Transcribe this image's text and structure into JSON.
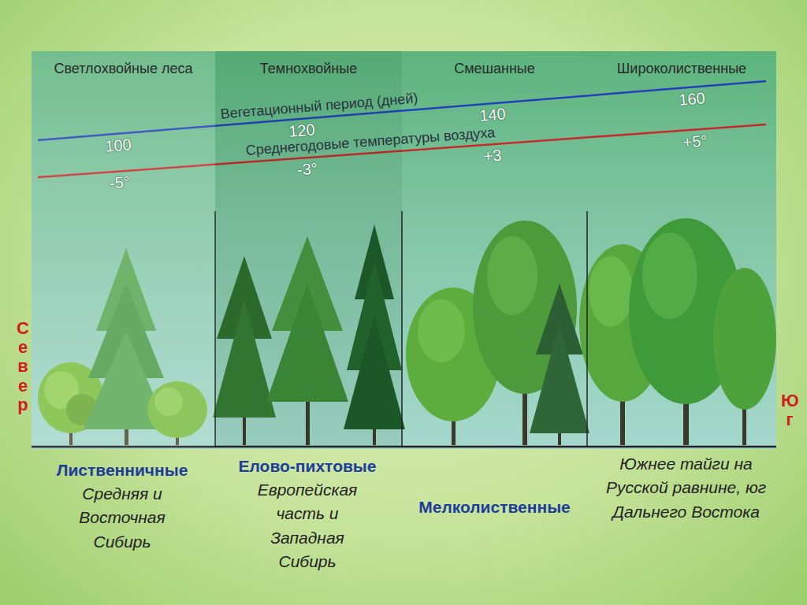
{
  "diagram": {
    "nodes": [
      {
        "text": [
          "Светлохвойные леса"
        ]
      },
      {
        "text": [
          "Темнохвойные"
        ]
      },
      {
        "text": [
          "Смешанные"
        ]
      },
      {
        "text": [
          "Широколиственные"
        ]
      }
    ],
    "labels": [
      "Вегетационный период (дней)",
      "100",
      "120",
      "140",
      "160",
      "Среднегодовые температуры воздуха",
      "-5°",
      "-3°",
      "+3",
      "+5°",
      "Север",
      "Юг",
      "Лиственничные",
      "Средняя и Восточная Сибирь",
      "Елово-пихтовые",
      "Европейская часть и Западная Сибирь",
      "Мелколиственные",
      "Южнее тайги на Русской равнине, юг Дальнего Востока"
    ]
  }
}
